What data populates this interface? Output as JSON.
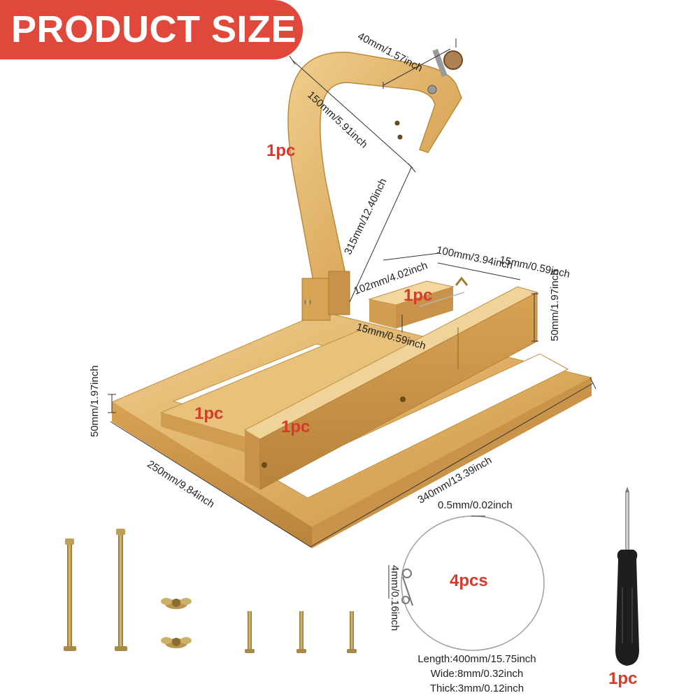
{
  "banner": {
    "title": "PRODUCT SIZE",
    "color": "#e0483b"
  },
  "dimensions": {
    "top_depth": "40mm/1.57inch",
    "arm_width": "150mm/5.91inch",
    "arm_height": "315mm/12.40inch",
    "block_length": "102mm/4.02inch",
    "block_width": "100mm/3.94inch",
    "fence_thickness": "15mm/0.59inch",
    "fence_height": "50mm/1.97inch",
    "block_thickness": "15mm/0.59inch",
    "base_height": "50mm/1.97inch",
    "base_depth": "250mm/9.84inch",
    "base_length": "340mm/13.39inch",
    "wire_diameter": "0.5mm/0.02inch",
    "wire_ring": "4mm/0.16inch"
  },
  "quantities": {
    "arm": "1pc",
    "block": "1pc",
    "base_left": "1pc",
    "fence": "1pc",
    "wires": "4pcs",
    "screwdriver": "1pc"
  },
  "wire_specs": {
    "length": "Length:400mm/15.75inch",
    "wide": "Wide:8mm/0.32inch",
    "thick": "Thick:3mm/0.12inch"
  },
  "colors": {
    "bamboo_light": "#e8c27a",
    "bamboo_mid": "#d6a85a",
    "bamboo_dark": "#b98a3e",
    "quantity_red": "#d63a2b"
  }
}
